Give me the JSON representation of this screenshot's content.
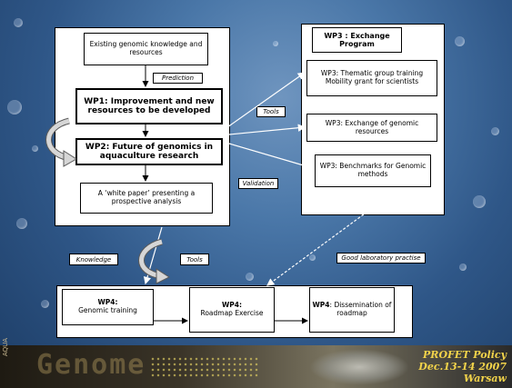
{
  "left_panel": {
    "existing": "Existing genomic knowledge and resources",
    "prediction": "Prediction",
    "wp1": "WP1: Improvement and new resources to be developed",
    "wp2_prefix": "WP2",
    "wp2_rest": ": Future of genomics in aquaculture research",
    "white_paper": "A ‘white paper’ presenting a prospective analysis"
  },
  "right_panel": {
    "title": "WP3 : Exchange Program",
    "thematic": "WP3: Thematic group training Mobility grant for scientists",
    "exchange": "WP3: Exchange of genomic resources",
    "benchmarks": "WP3: Benchmarks for Genomic methods"
  },
  "labels": {
    "tools_top": "Tools",
    "validation": "Validation",
    "knowledge": "Knowledge",
    "tools_bottom": "Tools",
    "good_lab": "Good laboratory practise"
  },
  "bottom_panel": {
    "wp4_a_title": "WP4:",
    "wp4_a_text": "Genomic training",
    "wp4_b_title": "WP4:",
    "wp4_b_text": "Roadmap Exercise",
    "wp4_c_title": "WP4",
    "wp4_c_text": ": Dissemination of roadmap"
  },
  "footer": {
    "genome": "Genome",
    "aqua": "AQUA",
    "profet": [
      "PROFET Policy",
      "Dec.13-14 2007",
      "Warsaw"
    ]
  },
  "colors": {
    "background": "#3a669a",
    "profet_text": "#f2d34a"
  }
}
